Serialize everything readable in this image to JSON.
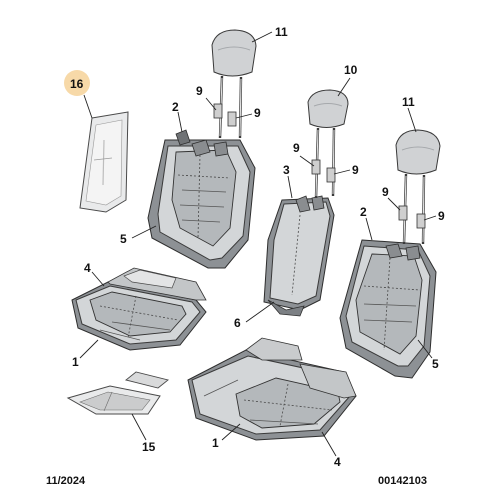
{
  "callouts": {
    "c1_left": "1",
    "c1_mid": "1",
    "c2_left": "2",
    "c2_right": "2",
    "c3": "3",
    "c4_left": "4",
    "c4_right": "4",
    "c5_left": "5",
    "c5_right": "5",
    "c6": "6",
    "c9_a": "9",
    "c9_b": "9",
    "c9_c": "9",
    "c9_d": "9",
    "c9_e": "9",
    "c9_f": "9",
    "c10": "10",
    "c11_left": "11",
    "c11_right": "11",
    "c15": "15",
    "c16": "16"
  },
  "footer": {
    "date": "11/2024",
    "reference": "00142103"
  },
  "colors": {
    "highlight_badge": "#f7d9a8",
    "part_fill": "#d3d6d8",
    "part_shadow": "#8d9195"
  }
}
